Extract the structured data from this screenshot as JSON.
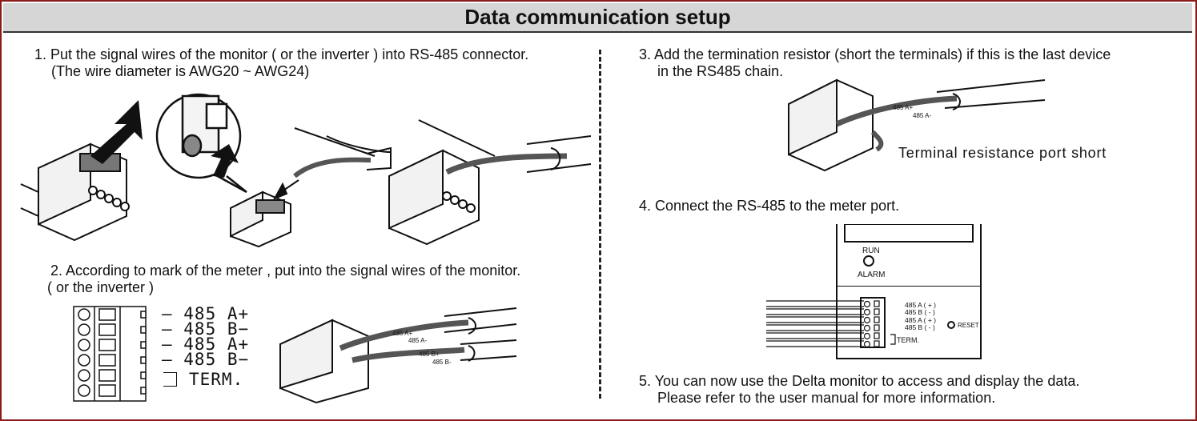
{
  "title": "Data communication setup",
  "steps": {
    "s1_line1": "1. Put the signal wires of the monitor ( or the inverter ) into RS-485 connector.",
    "s1_line2": "(The wire diameter is AWG20 ~ AWG24)",
    "s2_line1": "2. According to mark of the meter , put into the signal wires of the monitor.",
    "s2_line2": "( or the inverter )",
    "s3_line1": "3. Add the termination resistor (short the terminals) if this is the last device",
    "s3_line2": "in the RS485 chain.",
    "s4_line1": "4. Connect the RS-485 to the meter port.",
    "s5_line1": "5. You can now use the Delta monitor to access and display the data.",
    "s5_line2": "Please refer to the user manual for more information."
  },
  "pinout": {
    "labels": [
      "— 485  A+",
      "— 485  B−",
      "— 485  A+",
      "— 485  B−",
      "TERM."
    ]
  },
  "wire_labels": {
    "a_plus": "485 A+",
    "a_minus": "485 A-",
    "b_plus": "485 B+",
    "b_minus": "485 B-"
  },
  "termination_caption": "Terminal resistance port short",
  "meter": {
    "run": "RUN",
    "alarm": "ALARM",
    "reset": "RESET",
    "pins": [
      "485 A ( + )",
      "485 B ( - )",
      "485 A ( + )",
      "485 B ( - )"
    ],
    "term": "TERM."
  }
}
